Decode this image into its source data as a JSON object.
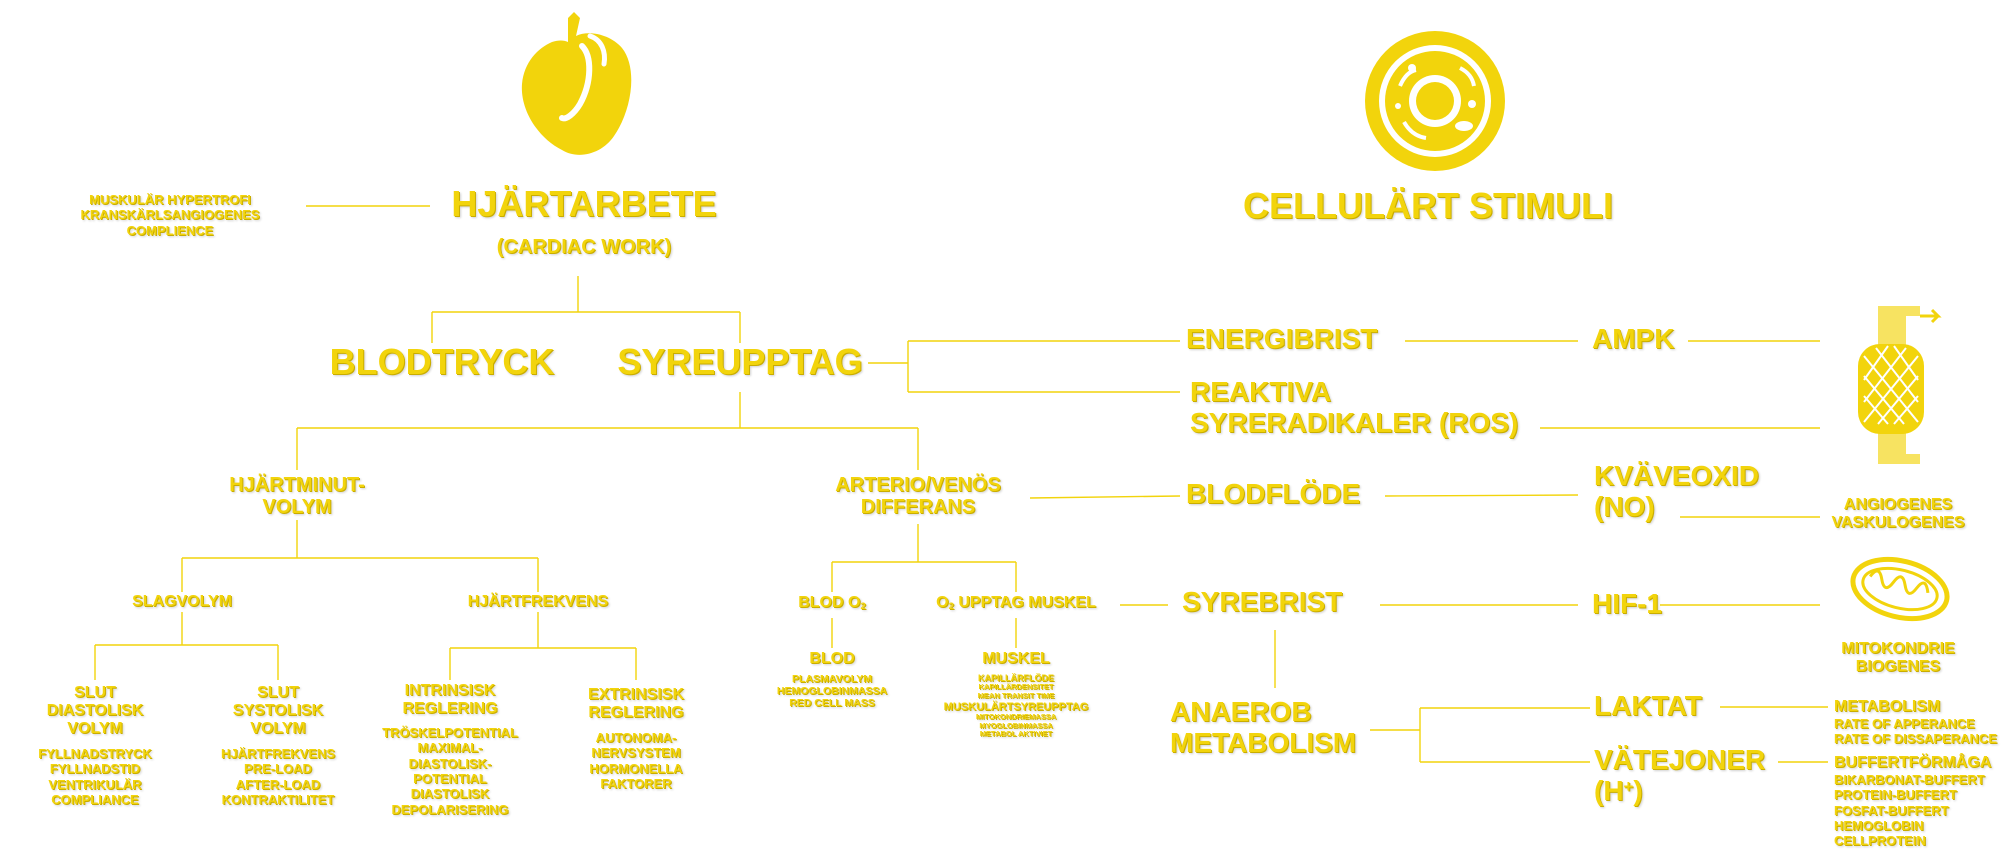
{
  "colors": {
    "accent": "#f2d40c",
    "shadow": "#c9ad00",
    "background": "#ffffff"
  },
  "icons": {
    "heart": "heart-icon",
    "cell": "cell-icon",
    "blood_vessel": "blood-vessel-icon",
    "mitochondria": "mitochondria-icon"
  },
  "left_note": {
    "lines": [
      "MUSKULÄR HYPERTROFI",
      "KRANSKÄRLSANGIOGENES",
      "COMPLIENCE"
    ]
  },
  "titles": {
    "cardiac_main": "HJÄRTARBETE",
    "cardiac_sub": "(CARDIAC WORK)",
    "cellular": "CELLULÄRT STIMULI"
  },
  "level1": {
    "blodtryck": "BLODTRYCK",
    "syreupptag": "SYREUPPTAG"
  },
  "level2": {
    "hjartminut": [
      "HJÄRTMINUT-",
      "VOLYM"
    ],
    "arteriovenos": [
      "ARTERIO/VENÖS",
      "DIFFERANS"
    ]
  },
  "level3": {
    "slagvolym": "SLAGVOLYM",
    "hjartfrekvens": "HJÄRTFREKVENS",
    "blod_o2": "BLOD O",
    "blod_o2_sub": "2",
    "o2_upptag_prefix": "O",
    "o2_upptag_sub": "2",
    "o2_upptag": " UPPTAG MUSKEL"
  },
  "level4": {
    "slut_diastolisk": {
      "title": [
        "SLUT",
        "DIASTOLISK",
        "VOLYM"
      ],
      "items": [
        "FYLLNADSTRYCK",
        "FYLLNADSTID",
        "VENTRIKULÄR",
        "COMPLIANCE"
      ]
    },
    "slut_systolisk": {
      "title": [
        "SLUT",
        "SYSTOLISK",
        "VOLYM"
      ],
      "items": [
        "HJÄRTFREKVENS",
        "PRE-LOAD",
        "AFTER-LOAD",
        "KONTRAKTILITET"
      ]
    },
    "intrinsisk": {
      "title": [
        "INTRINSISK",
        "REGLERING"
      ],
      "items": [
        "TRÖSKELPOTENTIAL",
        "MAXIMAL-",
        "DIASTOLISK-",
        "POTENTIAL",
        "DIASTOLISK",
        "DEPOLARISERING"
      ]
    },
    "extrinsisk": {
      "title": [
        "EXTRINSISK",
        "REGLERING"
      ],
      "items": [
        "AUTONOMA-",
        "NERVSYSTEM",
        "HORMONELLA",
        "FAKTORER"
      ]
    },
    "blod": {
      "title": "BLOD",
      "items": [
        "PLASMAVOLYM",
        "HEMOGLOBINMASSA",
        "RED CELL MASS"
      ]
    },
    "muskel": {
      "title": "MUSKEL",
      "items_a": [
        "KAPILLÄRFLÖDE",
        "KAPILLÄRDENSITET",
        "MEAN TRANSIT TIME"
      ],
      "item_mid": "MUSKULÄRTSYREUPPTAG",
      "items_b": [
        "MITOKONDRIEMASSA",
        "MYOGLOBINMASSA",
        "METABOL AKTIVIET"
      ]
    }
  },
  "stimuli": {
    "energibrist": "ENERGIBRIST",
    "reaktiva": [
      "REAKTIVA",
      "SYRERADIKALER (ROS)"
    ],
    "blodflode": "BLODFLÖDE",
    "syrebrist": "SYREBRIST",
    "anaerob": [
      "ANAEROB",
      "METABOLISM"
    ]
  },
  "signals": {
    "ampk": "AMPK",
    "kvaveoxid": [
      "KVÄVEOXID",
      "(NO)"
    ],
    "hif1": "HIF-1",
    "laktat": "LAKTAT",
    "vatejoner": "VÄTEJONER",
    "h_plus_prefix": "(H",
    "h_plus_sup": "+",
    "h_plus_suffix": ")"
  },
  "outcomes": {
    "angiogenes": [
      "ANGIOGENES",
      "VASKULOGENES"
    ],
    "mitokondrie": [
      "MITOKONDRIE",
      "BIOGENES"
    ],
    "metabolism": {
      "title": "METABOLISM",
      "items": [
        "RATE OF APPERANCE",
        "RATE OF DISSAPERANCE"
      ]
    },
    "buffert": {
      "title": "BUFFERTFÖRMÅGA",
      "items": [
        "BIKARBONAT-BUFFERT",
        "PROTEIN-BUFFERT",
        "FOSFAT-BUFFERT",
        "HEMOGLOBIN",
        "CELLPROTEIN"
      ]
    }
  }
}
